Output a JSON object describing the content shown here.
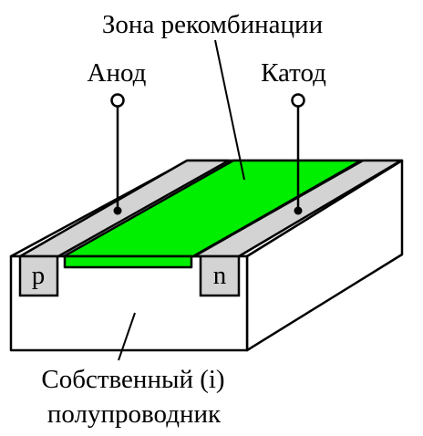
{
  "labels": {
    "recombination_zone": "Зона рекомбинации",
    "anode": "Анод",
    "cathode": "Катод",
    "p_region": "p",
    "n_region": "n",
    "intrinsic_line1": "Собственный (i)",
    "intrinsic_line2": "полупроводник"
  },
  "colors": {
    "recombination": "#00ee00",
    "contact": "#d3d3d3",
    "substrate": "#ffffff",
    "outline": "#000000"
  }
}
